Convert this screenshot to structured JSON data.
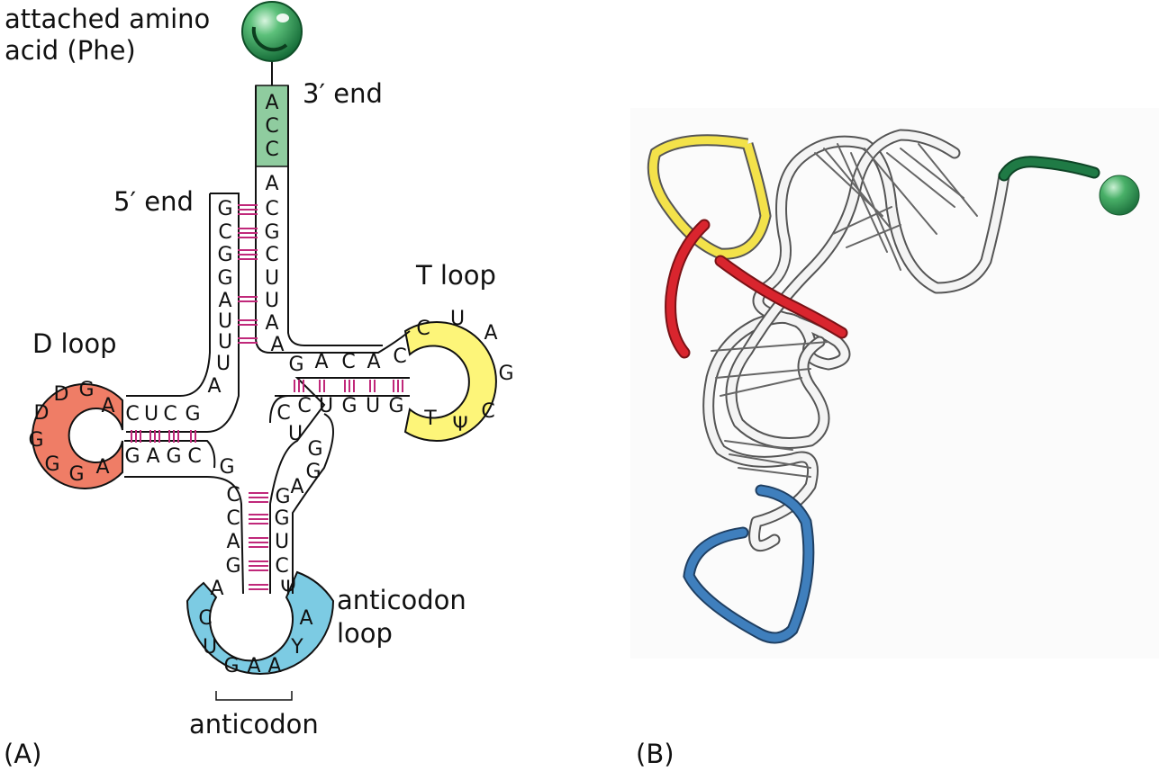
{
  "panels": {
    "a": {
      "tag": "(A)",
      "labels": {
        "amino_line1": "attached amino",
        "amino_line2": "acid (Phe)",
        "end3": "3′ end",
        "end5": "5′ end",
        "d_loop": "D loop",
        "t_loop": "T loop",
        "anticodon_loop_line1": "anticodon",
        "anticodon_loop_line2": "loop",
        "anticodon": "anticodon"
      },
      "colors": {
        "acceptor": "#8fcc9f",
        "d_loop": "#ef7d66",
        "t_loop": "#fdf579",
        "anticodon_loop": "#7ccbe3",
        "base_pair": "#c0287a",
        "amino_acid": "#2f9a5a"
      },
      "acceptor_3prime": [
        "A",
        "C",
        "C",
        "A",
        "C",
        "G",
        "C",
        "U",
        "U",
        "A",
        "A"
      ],
      "acceptor_5prime": [
        "G",
        "C",
        "G",
        "G",
        "A",
        "U",
        "U",
        "U",
        "A"
      ],
      "d_stem_top": [
        "C",
        "U",
        "C",
        "G"
      ],
      "d_stem_bottom": [
        "G",
        "A",
        "G",
        "C"
      ],
      "d_loop": [
        "A",
        "G",
        "D",
        "D",
        "G",
        "G",
        "G",
        "A"
      ],
      "t_stem_top": [
        "G",
        "A",
        "C",
        "A",
        "C"
      ],
      "t_stem_bottom": [
        "C",
        "U",
        "G",
        "U",
        "G"
      ],
      "t_loop": [
        "C",
        "U",
        "A",
        "G",
        "C",
        "Ψ",
        "T"
      ],
      "variable": [
        "C",
        "U",
        "G",
        "A",
        "G"
      ],
      "anticodon_stem_left": [
        "G",
        "C",
        "C",
        "A",
        "G",
        "A"
      ],
      "anticodon_stem_right": [
        "G",
        "G",
        "U",
        "C",
        "Ψ"
      ],
      "anticodon_loop": [
        "C",
        "U",
        "G",
        "A",
        "A",
        "Y",
        "A"
      ]
    },
    "b": {
      "tag": "(B)",
      "colors": {
        "ribbon": "#f2f2f2",
        "ribbon_edge": "#555555",
        "yellow_loop": "#f3e24a",
        "red_loop": "#d9252e",
        "blue_loop": "#3f7fbd",
        "green_end": "#1f7a45",
        "sphere": "#4db36c"
      }
    }
  }
}
